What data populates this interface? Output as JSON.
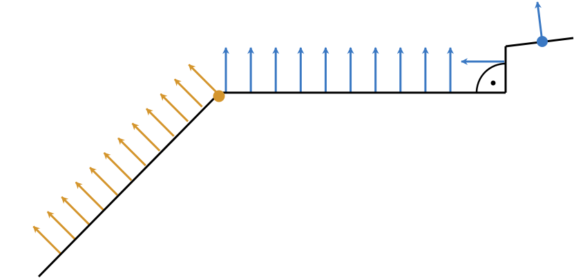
{
  "colors": {
    "line": "#000000",
    "orange": "#D4952C",
    "blue": "#3A78C3"
  },
  "icons": {
    "orange_vertex": "filled-circle",
    "blue_point": "filled-circle",
    "right_angle_marker": "arc-with-dot"
  },
  "counts": {
    "orange_arrows": 12,
    "blue_arrows": 10
  }
}
